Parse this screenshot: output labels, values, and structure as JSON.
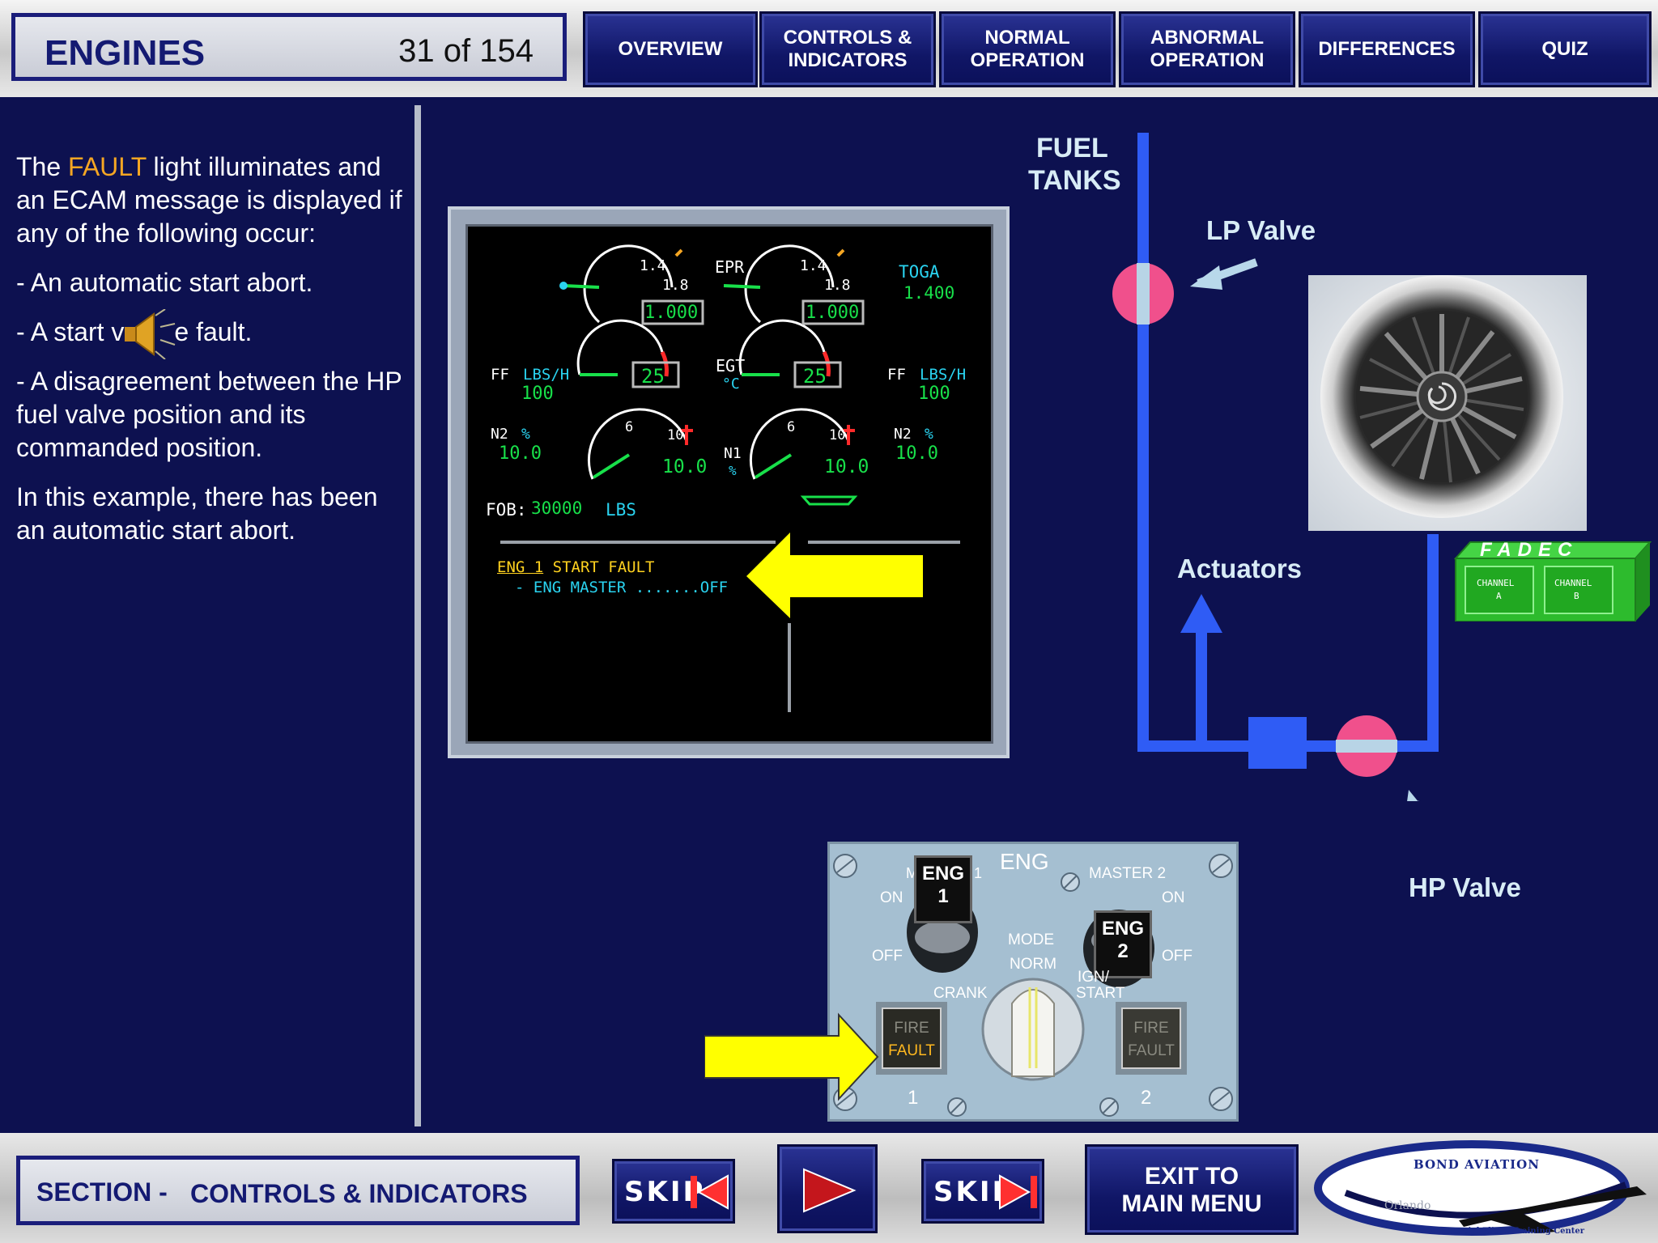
{
  "header": {
    "title": "ENGINES",
    "page_counter": "31 of 154",
    "nav": [
      {
        "line1": "OVERVIEW",
        "line2": ""
      },
      {
        "line1": "CONTROLS &",
        "line2": "INDICATORS"
      },
      {
        "line1": "NORMAL",
        "line2": "OPERATION"
      },
      {
        "line1": "ABNORMAL",
        "line2": "OPERATION"
      },
      {
        "line1": "DIFFERENCES",
        "line2": ""
      },
      {
        "line1": "QUIZ",
        "line2": ""
      }
    ]
  },
  "content": {
    "para1_a": "The ",
    "para1_fault": "FAULT",
    "para1_b": " light illuminates and an ECAM message is displayed if any of the following occur:",
    "bullet1": "- An automatic start abort.",
    "bullet2_a": "- A start v",
    "bullet2_b": "e fault.",
    "bullet3": "- A disagreement between the HP fuel valve position and its commanded position.",
    "para2": "In this example, there has been an automatic start abort."
  },
  "ecam": {
    "epr_label": "EPR",
    "epr_tick_a": "1.4",
    "epr_tick_b": "1.8",
    "epr_left": "1.000",
    "epr_right": "1.000",
    "toga_label": "TOGA",
    "toga_value": "1.400",
    "egt_label": "EGT",
    "egt_unit": "°C",
    "egt_left": "25",
    "egt_right": "25",
    "ff_label": "FF",
    "ff_unit": "LBS/H",
    "ff_left": "100",
    "ff_right": "100",
    "n2_label": "N2",
    "n2_unit": "%",
    "n2_left": "10.0",
    "n2_right": "10.0",
    "n1_label": "N1",
    "n1_unit": "%",
    "n1_tick_6": "6",
    "n1_tick_10": "10",
    "n1_left": "10.0",
    "n1_right": "10.0",
    "fob_label": "FOB:",
    "fob_value": "30000",
    "fob_unit": "LBS",
    "msg_eng": "ENG 1",
    "msg_fault": " START FAULT",
    "msg_action": "- ENG MASTER .......OFF"
  },
  "diagram": {
    "fuel_tanks_1": "FUEL",
    "fuel_tanks_2": "TANKS",
    "lp_valve": "LP Valve",
    "actuators": "Actuators",
    "hp_valve": "HP Valve",
    "fadec": "FADEC",
    "channel_a_1": "CHANNEL",
    "channel_a_2": "A",
    "channel_b_1": "CHANNEL",
    "channel_b_2": "B"
  },
  "panel": {
    "eng_title": "ENG",
    "master1_prefix": "M",
    "master1_suffix": "1",
    "master2": "MASTER 2",
    "on_left": "ON",
    "on_right": "ON",
    "off_left": "OFF",
    "off_right": "OFF",
    "sw1_line1": "ENG",
    "sw1_line2": "1",
    "sw2_line1": "ENG",
    "sw2_line2": "2",
    "mode": "MODE",
    "norm": "NORM",
    "crank": "CRANK",
    "ign_1": "IGN/",
    "ign_2": "START",
    "fire": "FIRE",
    "fault": "FAULT",
    "num1": "1",
    "num2": "2"
  },
  "footer": {
    "section_prefix": "SECTION - ",
    "section_name": "CONTROLS & INDICATORS",
    "skip_back": "SKIP",
    "skip_fwd": "SKIP",
    "exit_line1": "EXIT TO",
    "exit_line2": "MAIN MENU",
    "logo_top": "BOND AVIATION",
    "logo_mid": "Orlando",
    "logo_bottom": "Commercial Flight Training Center"
  },
  "colors": {
    "background": "#0d1150",
    "nav_button": "#101666",
    "fault_highlight": "#f5a623",
    "ecam_green": "#18e04a",
    "ecam_cyan": "#2ad3f0",
    "fuel_line": "#2f5cf5",
    "valve_pink": "#f0508c",
    "arrow_yellow": "#ffff00",
    "fadec_green": "#2dbb2d"
  }
}
